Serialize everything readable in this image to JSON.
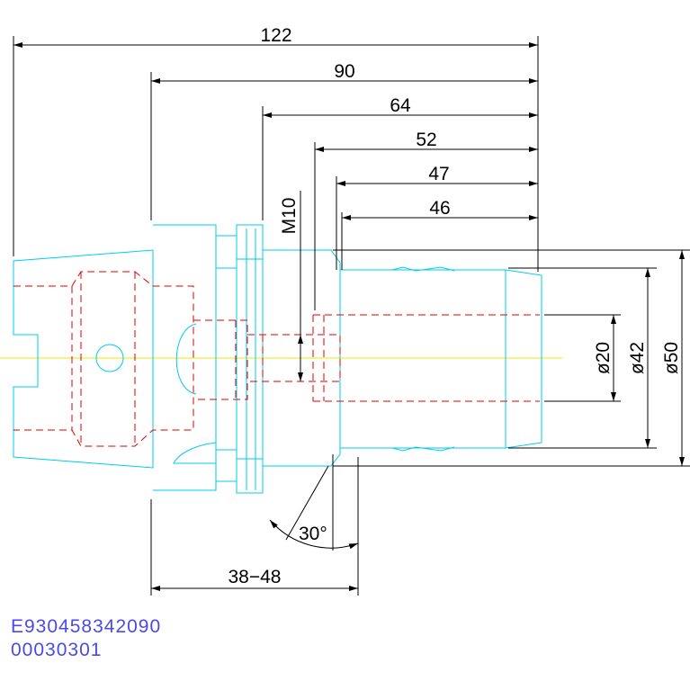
{
  "colors": {
    "dimension": "#000000",
    "outline": "#00ccee",
    "hidden": "#dd0000",
    "centerline": "#e8e800",
    "code_text": "#4a4ae6"
  },
  "dimensions": {
    "len_122": "122",
    "len_90": "90",
    "len_64": "64",
    "len_52": "52",
    "len_47": "47",
    "len_46": "46",
    "thread": "M10",
    "dia_20": "ø20",
    "dia_42": "ø42",
    "dia_50": "ø50",
    "angle": "30°",
    "range": "38−48"
  },
  "part_code": {
    "line1": "E930458342090",
    "line2": "00030301"
  }
}
